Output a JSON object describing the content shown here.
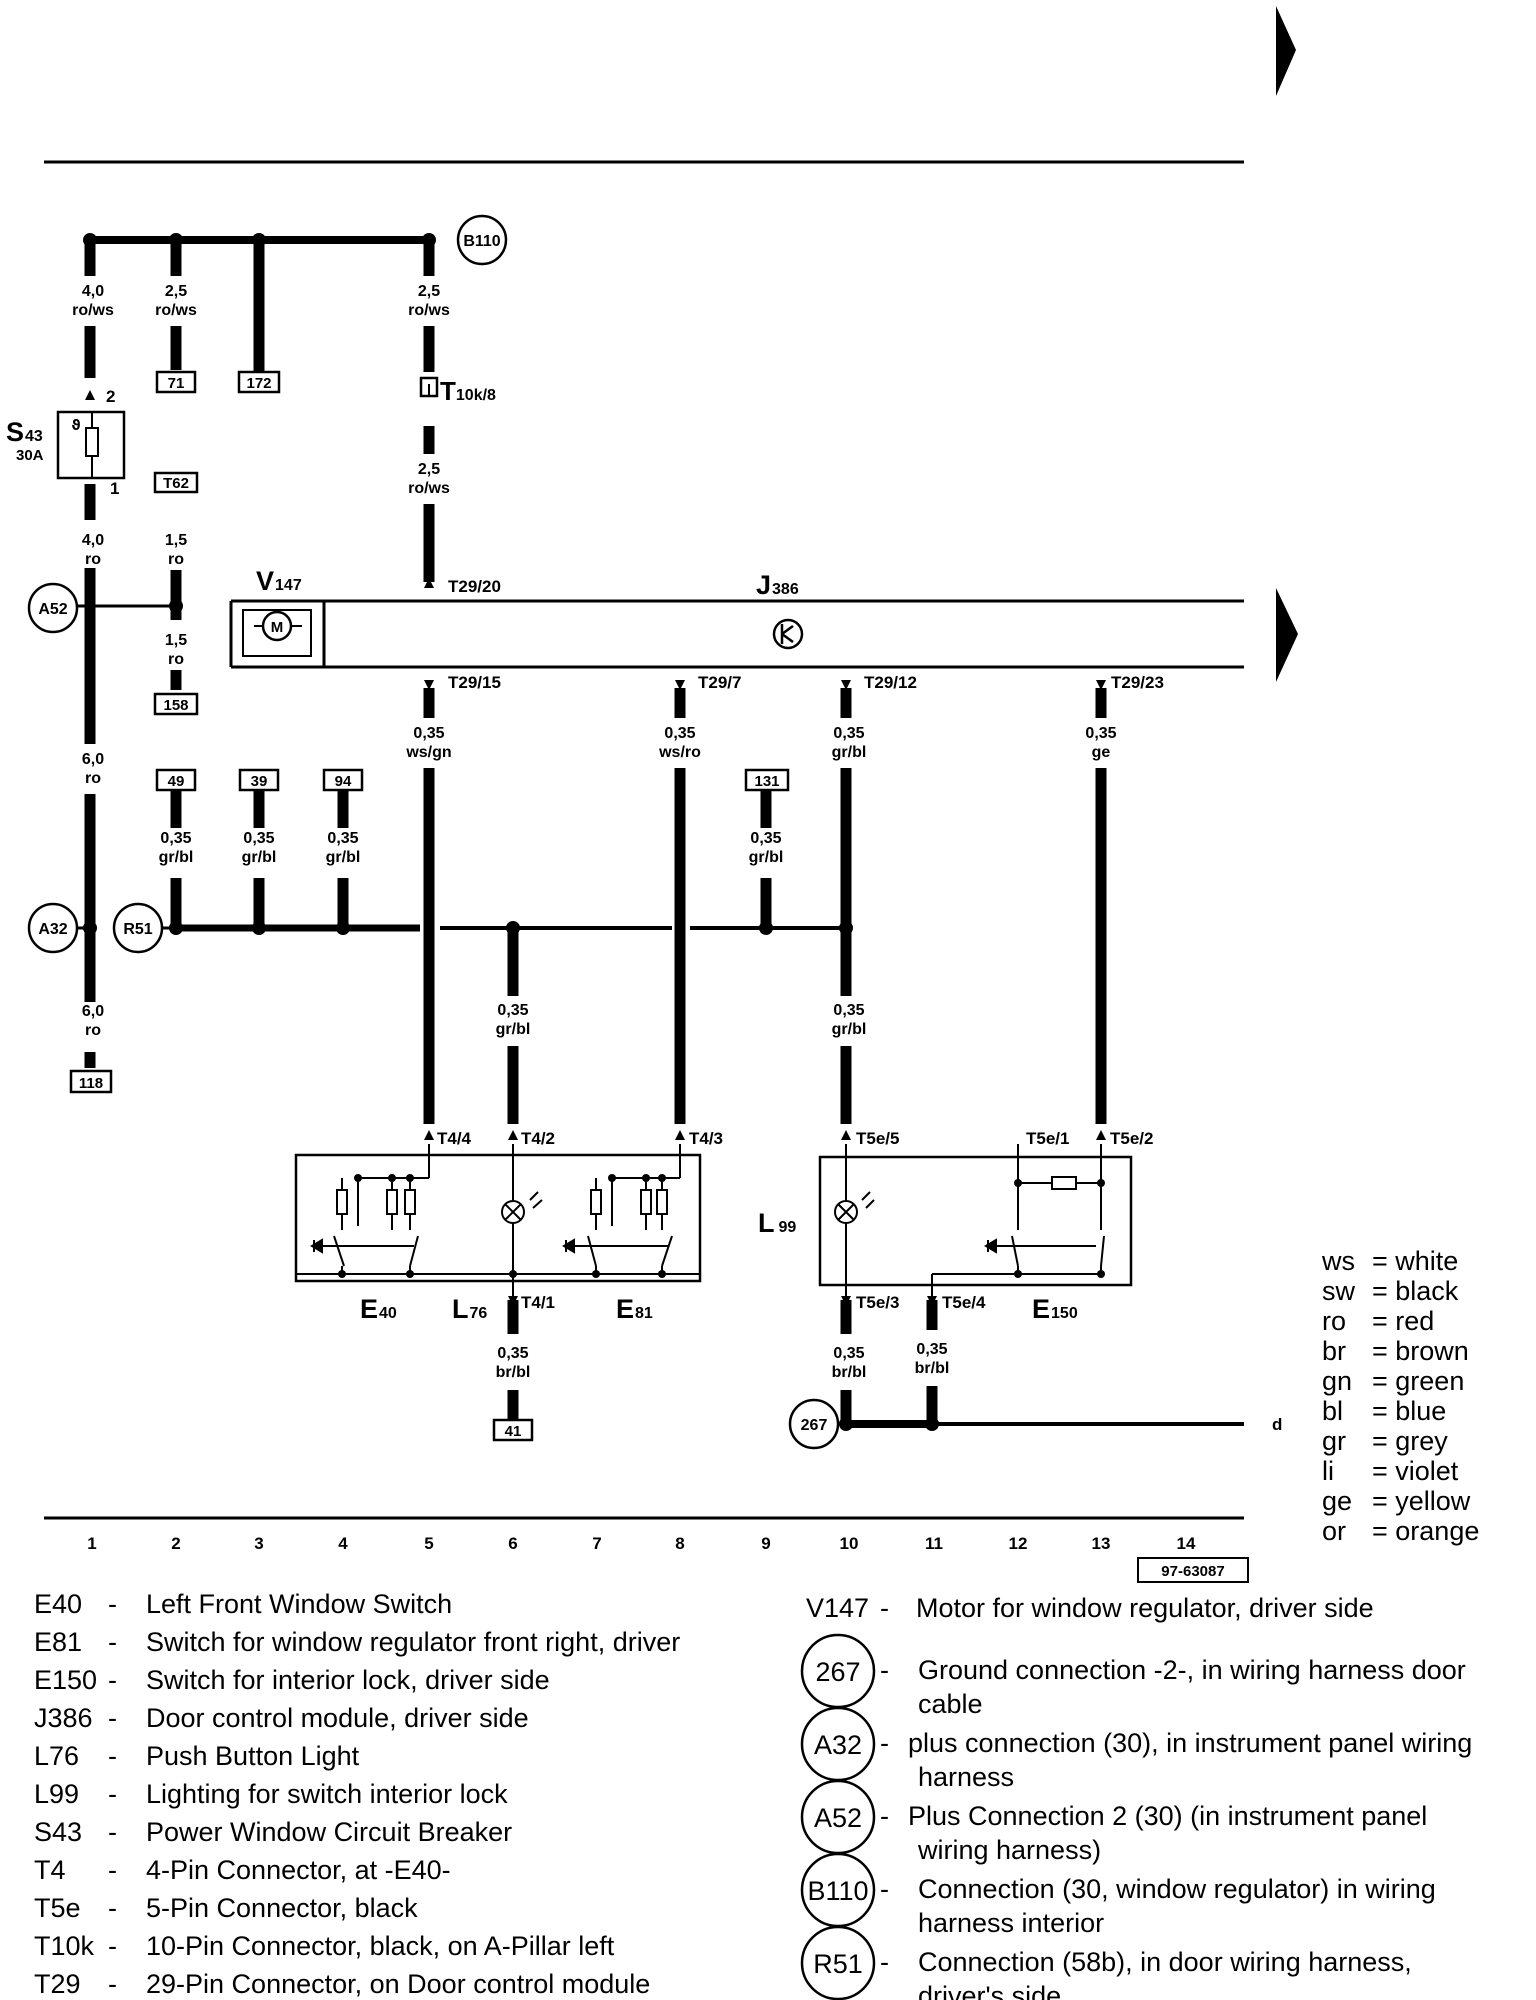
{
  "diagram_number": "97-63087",
  "components": {
    "V147": {
      "letter": "V",
      "num": "147"
    },
    "J386": {
      "letter": "J",
      "num": "386"
    },
    "S43": {
      "letter": "S",
      "num": "43",
      "rating": "30A"
    },
    "L99": {
      "letter": "L",
      "num": "99"
    },
    "E40": {
      "letter": "E",
      "num": "40"
    },
    "L76": {
      "letter": "L",
      "num": "76"
    },
    "E81": {
      "letter": "E",
      "num": "81"
    },
    "E150": {
      "letter": "E",
      "num": "150"
    }
  },
  "connectors": {
    "t10k8": {
      "letter": "T",
      "num": "10k/8"
    }
  },
  "pins": {
    "t2920": "T29/20",
    "t2915": "T29/15",
    "t297": "T29/7",
    "t2912": "T29/12",
    "t2923": "T29/23",
    "t44": "T4/4",
    "t42": "T4/2",
    "t43": "T4/3",
    "t41": "T4/1",
    "t5e5": "T5e/5",
    "t5e1": "T5e/1",
    "t5e2": "T5e/2",
    "t5e3": "T5e/3",
    "t5e4": "T5e/4",
    "s43_2": "2",
    "s43_1": "1"
  },
  "wires": {
    "w1a": [
      "4,0",
      "ro/ws"
    ],
    "w2a": [
      "2,5",
      "ro/ws"
    ],
    "w5a": [
      "2,5",
      "ro/ws"
    ],
    "w5b": [
      "2,5",
      "ro/ws"
    ],
    "w1b": [
      "4,0",
      "ro"
    ],
    "w2b": [
      "1,5",
      "ro"
    ],
    "w2c": [
      "1,5",
      "ro"
    ],
    "w1c": [
      "6,0",
      "ro"
    ],
    "w1d": [
      "6,0",
      "ro"
    ],
    "w2d": [
      "0,35",
      "gr/bl"
    ],
    "w3": [
      "0,35",
      "gr/bl"
    ],
    "w4": [
      "0,35",
      "gr/bl"
    ],
    "w5c": [
      "0,35",
      "ws/gn"
    ],
    "w8": [
      "0,35",
      "ws/ro"
    ],
    "w9": [
      "0,35",
      "gr/bl"
    ],
    "w10a": [
      "0,35",
      "gr/bl"
    ],
    "w10b": [
      "0,35",
      "gr/bl"
    ],
    "w13": [
      "0,35",
      "ge"
    ],
    "w6a": [
      "0,35",
      "gr/bl"
    ],
    "w6b": [
      "0,35",
      "br/bl"
    ],
    "w10c": [
      "0,35",
      "br/bl"
    ],
    "w11": [
      "0,35",
      "br/bl"
    ]
  },
  "circles": {
    "b110": "B110",
    "a52": "A52",
    "a32": "A32",
    "r51": "R51",
    "g267": "267"
  },
  "refboxes": {
    "r71": "71",
    "r172": "172",
    "rt62": "T62",
    "r158": "158",
    "r49": "49",
    "r39": "39",
    "r94": "94",
    "r131": "131",
    "r118": "118",
    "r41": "41"
  },
  "continue_label": "d",
  "columns": [
    "1",
    "2",
    "3",
    "4",
    "5",
    "6",
    "7",
    "8",
    "9",
    "10",
    "11",
    "12",
    "13",
    "14"
  ],
  "color_legend": [
    {
      "code": "ws",
      "name": "white"
    },
    {
      "code": "sw",
      "name": "black"
    },
    {
      "code": "ro",
      "name": "red"
    },
    {
      "code": "br",
      "name": "brown"
    },
    {
      "code": "gn",
      "name": "green"
    },
    {
      "code": "bl",
      "name": "blue"
    },
    {
      "code": "gr",
      "name": "grey"
    },
    {
      "code": "li",
      "name": "violet"
    },
    {
      "code": "ge",
      "name": "yellow"
    },
    {
      "code": "or",
      "name": "orange"
    }
  ],
  "legend_left": [
    {
      "code": "E40",
      "text": "Left Front Window Switch"
    },
    {
      "code": "E81",
      "text": "Switch for window regulator front right, driver"
    },
    {
      "code": "E150",
      "text": "Switch for interior lock, driver side"
    },
    {
      "code": "J386",
      "text": "Door control module, driver side"
    },
    {
      "code": "L76",
      "text": "Push Button Light"
    },
    {
      "code": "L99",
      "text": "Lighting for switch interior lock"
    },
    {
      "code": "S43",
      "text": "Power Window Circuit Breaker"
    },
    {
      "code": "T4",
      "text": "4-Pin Connector, at -E40-"
    },
    {
      "code": "T5e",
      "text": "5-Pin Connector, black"
    },
    {
      "code": "T10k",
      "text": "10-Pin Connector, black, on A-Pillar left"
    },
    {
      "code": "T29",
      "text": "29-Pin Connector, on Door control module"
    }
  ],
  "legend_right_top": {
    "code": "V147",
    "text": "Motor for window regulator, driver side"
  },
  "legend_right": [
    {
      "code": "267",
      "lines": [
        "Ground connection -2-, in wiring harness door",
        "cable"
      ]
    },
    {
      "code": "A32",
      "lines": [
        "plus connection (30), in instrument panel wiring",
        "harness"
      ]
    },
    {
      "code": "A52",
      "lines": [
        "Plus Connection 2 (30) (in instrument panel",
        "wiring harness)"
      ]
    },
    {
      "code": "B110",
      "lines": [
        "Connection (30, window regulator) in wiring",
        "harness interior"
      ]
    },
    {
      "code": "R51",
      "lines": [
        "Connection (58b), in door wiring harness,",
        "driver's side"
      ]
    }
  ]
}
